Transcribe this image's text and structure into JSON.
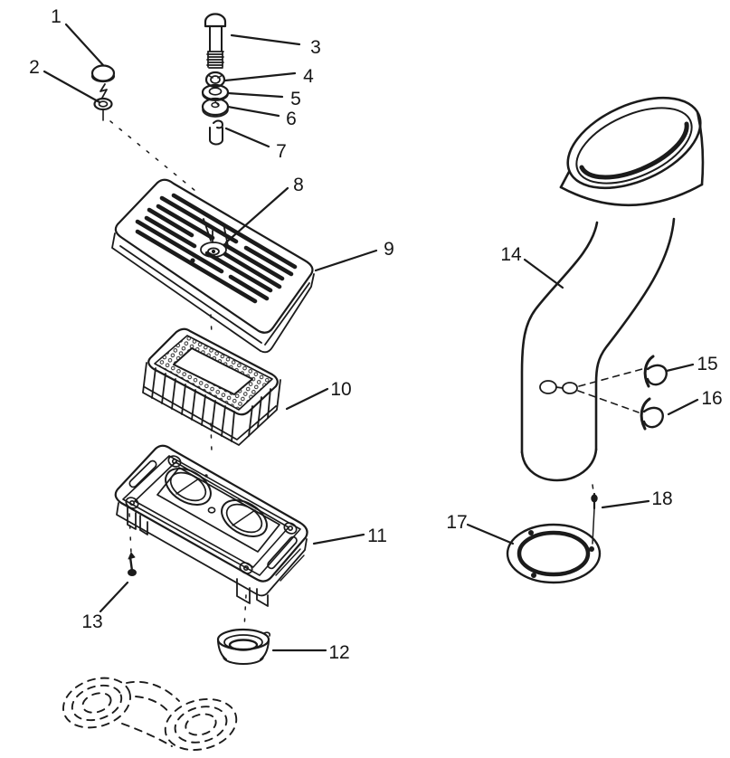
{
  "diagram": {
    "background": "#ffffff",
    "ink": "#1b1b1b",
    "type": "exploded-parts-diagram",
    "callouts": [
      "1",
      "2",
      "3",
      "4",
      "5",
      "6",
      "7",
      "8",
      "9",
      "10",
      "11",
      "12",
      "13",
      "14",
      "15",
      "16",
      "17",
      "18"
    ]
  }
}
